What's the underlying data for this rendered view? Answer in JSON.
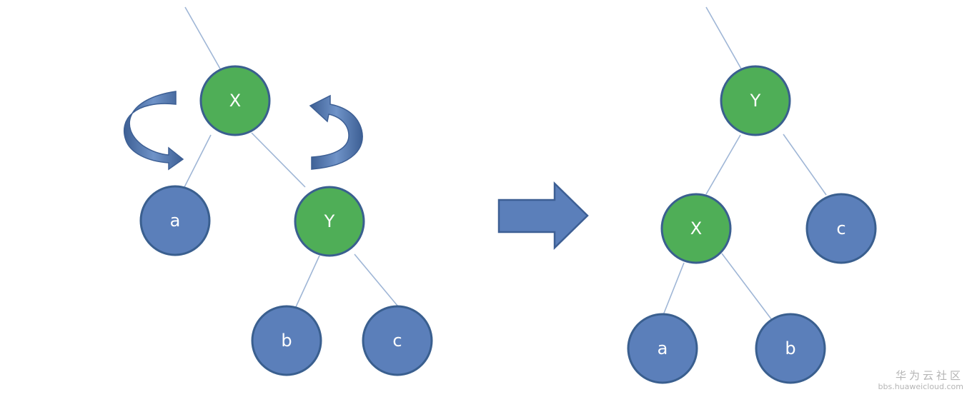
{
  "colors": {
    "green_node": "#4fae57",
    "blue_node": "#5b7fba",
    "node_outline": "#3a5f8f",
    "edge": "#9fb6d6",
    "arrow_fill": "#5b7fba",
    "arrow_outline": "#3d5f94",
    "watermark": "#b5b5b5"
  },
  "before": {
    "nodes": {
      "x": "X",
      "y": "Y",
      "a": "a",
      "b": "b",
      "c": "c"
    }
  },
  "after": {
    "nodes": {
      "y": "Y",
      "x": "X",
      "a": "a",
      "b": "b",
      "c": "c"
    }
  },
  "watermark": {
    "title": "华为云社区",
    "url": "bbs.huaweicloud.com"
  }
}
